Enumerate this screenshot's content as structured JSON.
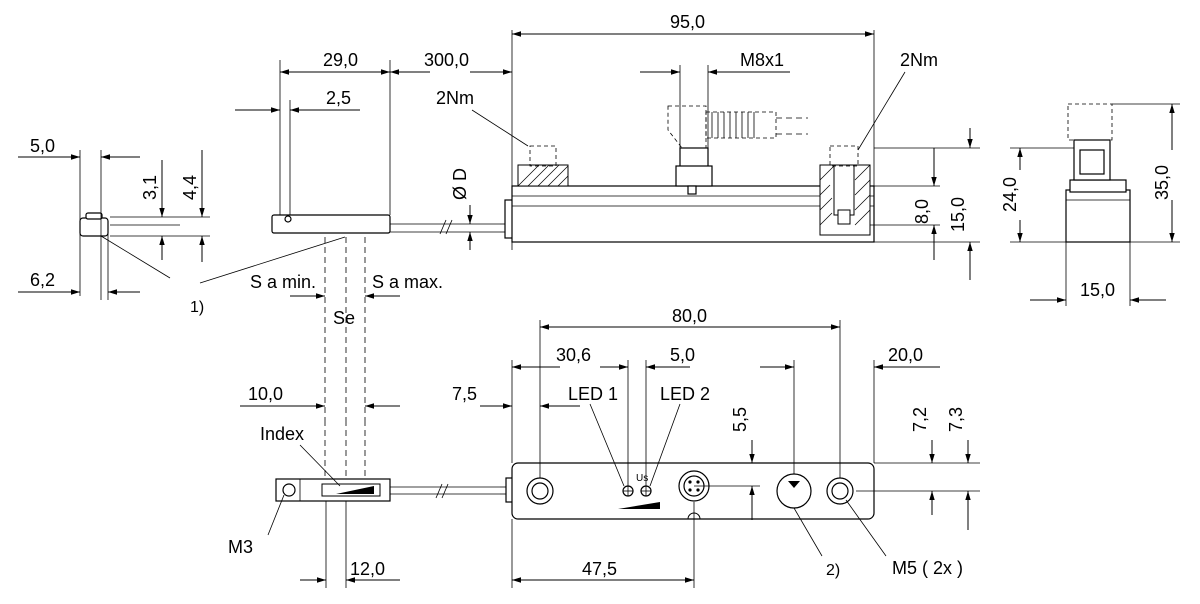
{
  "dimensions": {
    "d_5_0": "5,0",
    "d_3_1": "3,1",
    "d_4_4": "4,4",
    "d_6_2": "6,2",
    "d_29_0": "29,0",
    "d_2_5": "2,5",
    "d_300_0": "300,0",
    "d_95_0": "95,0",
    "d_m8x1": "M8x1",
    "d_8_0": "8,0",
    "d_15_0_side": "15,0",
    "d_24_0": "24,0",
    "d_35_0": "35,0",
    "d_15_0_end": "15,0",
    "d_80_0": "80,0",
    "d_30_6": "30,6",
    "d_5_0_led": "5,0",
    "d_20_0": "20,0",
    "d_10_0": "10,0",
    "d_7_5": "7,5",
    "d_5_5": "5,5",
    "d_7_2": "7,2",
    "d_7_3": "7,3",
    "d_12_0": "12,0",
    "d_47_5": "47,5"
  },
  "labels": {
    "torque_left": "2Nm",
    "torque_right": "2Nm",
    "diameter": "Ø D",
    "sa_min": "S a min.",
    "sa_max": "S a max.",
    "se": "Se",
    "note_1": "1)",
    "note_2": "2)",
    "led1": "LED 1",
    "led2": "LED 2",
    "index": "Index",
    "m3": "M3",
    "m5": "M5  ( 2x )",
    "us": "Us"
  }
}
